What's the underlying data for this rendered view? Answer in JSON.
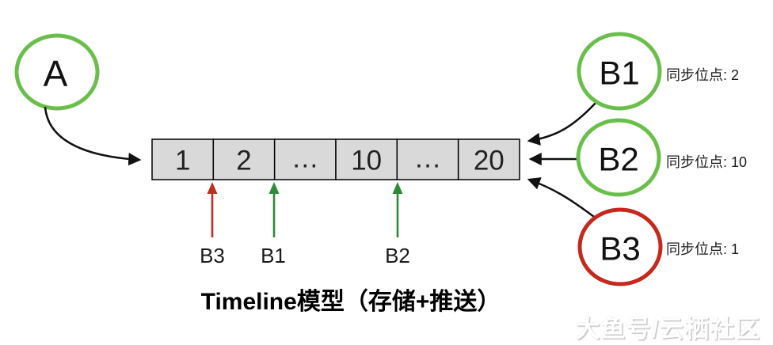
{
  "diagram": {
    "title": "Timeline模型（存储+推送）",
    "watermark": "大鱼号/云栖社区",
    "writer": {
      "label": "A",
      "ring_color": "#6abf4b"
    },
    "timeline": {
      "fill": "#d9d9d9",
      "cells": [
        "1",
        "2",
        "…",
        "10",
        "…",
        "20"
      ]
    },
    "pointers": [
      {
        "label": "B3",
        "color": "#bf2e1f"
      },
      {
        "label": "B1",
        "color": "#2e8b35"
      },
      {
        "label": "B2",
        "color": "#2e8b35"
      }
    ],
    "readers": [
      {
        "label": "B1",
        "sync_label": "同步位点: 2",
        "ring_color": "#6abf4b"
      },
      {
        "label": "B2",
        "sync_label": "同步位点: 10",
        "ring_color": "#6abf4b"
      },
      {
        "label": "B3",
        "sync_label": "同步位点: 1",
        "ring_color": "#c5281c"
      }
    ],
    "arrow_color": "#111111"
  }
}
